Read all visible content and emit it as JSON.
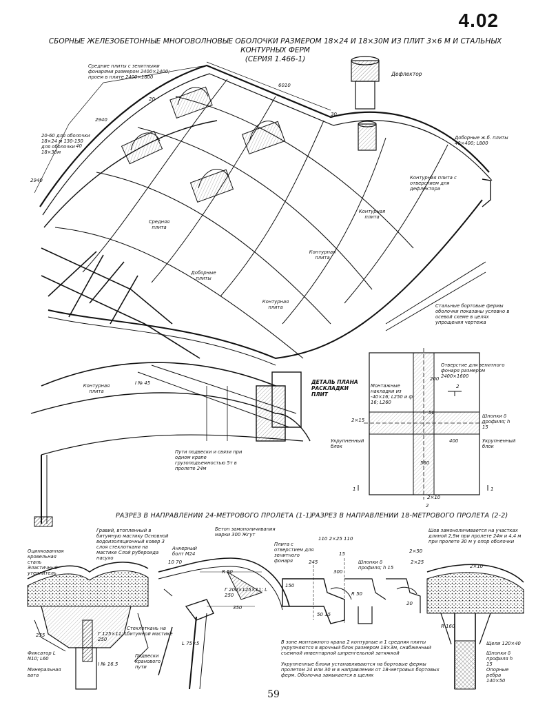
{
  "sheet_number": "4.02",
  "title_line1": "СБОРНЫЕ ЖЕЛЕЗОБЕТОННЫЕ МНОГОВОЛНОВЫЕ ОБОЛОЧКИ РАЗМЕРОМ 18×24 И 18×30М ИЗ ПЛИТ 3×6 М И СТАЛЬНЫХ КОНТУРНЫХ ФЕРМ",
  "title_line2": "(СЕРИЯ 1.466-1)",
  "iso_labels": {
    "srednie_plity": "Средние плиты с зенитными фонарями размером 2400×1400; проем в плите 2400×1800",
    "deflector": "Дефлектор",
    "dobornye": "Доборные ж.б. плиты 40×400; L800",
    "shell_thickness": "20-60 для оболочки 18×24 м 130-150 для оболочки 18×30м",
    "contour_with_hole": "Контурная плита с отверстием для дефлектора",
    "srednyaya": "Средняя плита",
    "konturnaya_1": "Контурная плита",
    "konturnaya_2": "Контурная плита",
    "dobornye_plity": "Доборные плиты",
    "konturnaya_3": "Контурная плита",
    "konturnaya_4": "Контурная плита",
    "i_beam": "I № 45",
    "steel_trusses": "Стальные бортовые фермы оболочки показаны условно в осевой схеме в целях упрощения чертежа",
    "crane_ways": "Пути подвески и связи при одном крane грузоподъемностью 5т в пролете 24м",
    "dim_6010": "6010",
    "dim_2940a": "2940",
    "dim_2940b": "2940",
    "dim_20": "20",
    "dim_40": "40",
    "dim_30": "30"
  },
  "detail_plan": {
    "title": "ДЕТАЛЬ ПЛАНА РАСКЛАДКИ ПЛИТ",
    "montage": "Монтажные накладки из -40×16; L250 и ф 16; L260",
    "opening": "Отверстие для зенитного фонаря размером 2400×1600",
    "shponki": "Шпонки δ профиля; h 15",
    "ukrup_left": "Укрупненный блок",
    "ukrup_right": "Укрупненный блок",
    "d200": "200",
    "d50": "50",
    "d400": "400",
    "d560": "560",
    "d2x15": "2×15",
    "d2x10": "2×10",
    "mark_2a": "2",
    "mark_2b": "2",
    "mark_1": "1",
    "mark_1b": "1"
  },
  "sections": {
    "s1": "РАЗРЕЗ В НАПРАВЛЕНИИ 24-МЕТРОВОГО ПРОЛЕТА (1-1)",
    "s2": "РАЗРЕЗ В НАПРАВЛЕНИИ 18-МЕТРОВОГО ПРОЛЕТА (2-2)"
  },
  "section_labels": {
    "graviy": "Гравий, втопленный в битумную мастику Основной водоизоляционный ковер 3 слоя стеклоткани на мастике Слой рубероида насухо",
    "ocink": "Оцинкованная кровельная сталь",
    "elast": "Эластичный утеплитель",
    "beton": "Бетон замоноличивания марки 300 Жгут",
    "ankern": "Анкерный болт М24",
    "r50": "R 50",
    "dims_10_70": "10 70",
    "dims_1200": "Г 200×125×11; L 250",
    "d350": "350",
    "steklotkan": "Стеклоткань на битумной мастике",
    "g125": "Г 125×11; L 250",
    "d255": "255",
    "fiksator": "Фиксатор L N10; L60",
    "mineral": "Минеральная вата",
    "podveski": "Подвески кранового пути",
    "d75x5": "L 75×5",
    "i_165": "I № 16.5",
    "plita_otv": "Плита с отверстием для зенитного фонаря",
    "d110_225": "110 2×25 110",
    "d245": "245",
    "d300": "300",
    "d150": "150",
    "d15": "15",
    "shponki_s": "Шпонки δ профиля; h 15",
    "d2x50": "2×50",
    "d2x25": "2×25",
    "r50b": "R 50",
    "d50_15": "50 15",
    "d20": "20",
    "shov": "Шов замоноличивается на участках длиной 2,9м при пролете 24м и 4,4 м при пролете 30 м у опор оболочки",
    "d2x10b": "2×10",
    "r160": "R 160",
    "shcheli": "Щели 120×40",
    "shponki_b": "Шпонки δ профиля h 15",
    "opornye": "Опорные ребра 140×50",
    "note1": "В зоне монтажного крана 2 контурные и 1 средняя плиты укрупняются в врочный блок размером 18×3м, снабженный съемной инвентарной шпренгельной затяжкой",
    "note2": "Укрупненные блоки устанавливаются на бортовые фермы пролетом 24 или 30 м в направлении от 18-метровых бортовых ферм. Оболочка замыкается в щелях"
  },
  "page_number": "59"
}
